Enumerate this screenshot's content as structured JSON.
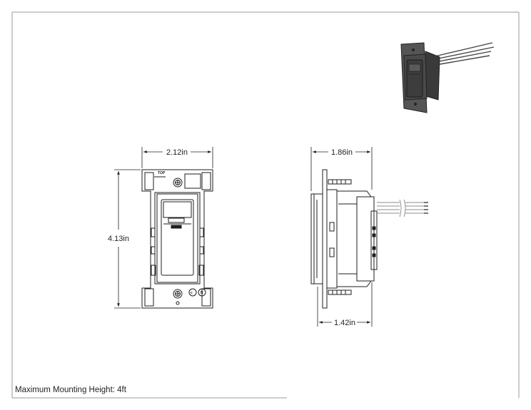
{
  "dimensions": {
    "front_width": "2.12in",
    "front_height": "4.13in",
    "side_depth": "1.86in",
    "side_body_depth": "1.42in"
  },
  "labels": {
    "top_marker": "TOP",
    "mounting_note": "Maximum Mounting Height: 4ft"
  }
}
